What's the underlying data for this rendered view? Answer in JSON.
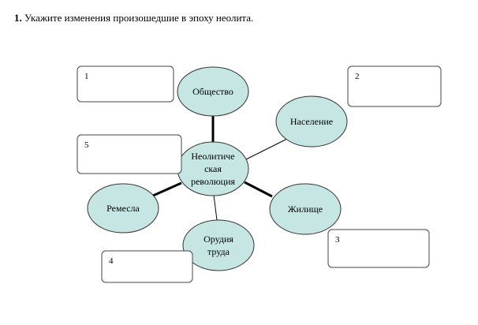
{
  "task": {
    "number": "1.",
    "text": "Укажите изменения произошедшие в эпоху неолита."
  },
  "diagram": {
    "center": {
      "lines": [
        "Неолитиче",
        "ская",
        "революция"
      ]
    },
    "nodes": [
      {
        "id": "society",
        "lines": [
          "Общество"
        ]
      },
      {
        "id": "population",
        "lines": [
          "Население"
        ]
      },
      {
        "id": "dwelling",
        "lines": [
          "Жилище"
        ]
      },
      {
        "id": "tools",
        "lines": [
          "Орудия",
          "труда"
        ]
      },
      {
        "id": "crafts",
        "lines": [
          "Ремесла"
        ]
      }
    ],
    "answer_boxes": [
      {
        "id": "box-1",
        "number": "1"
      },
      {
        "id": "box-2",
        "number": "2"
      },
      {
        "id": "box-3",
        "number": "3"
      },
      {
        "id": "box-4",
        "number": "4"
      },
      {
        "id": "box-5",
        "number": "5"
      }
    ],
    "colors": {
      "node_fill": "#c6e6e4",
      "node_stroke": "#333333",
      "connector": "#000000",
      "box_stroke": "#444444"
    }
  }
}
